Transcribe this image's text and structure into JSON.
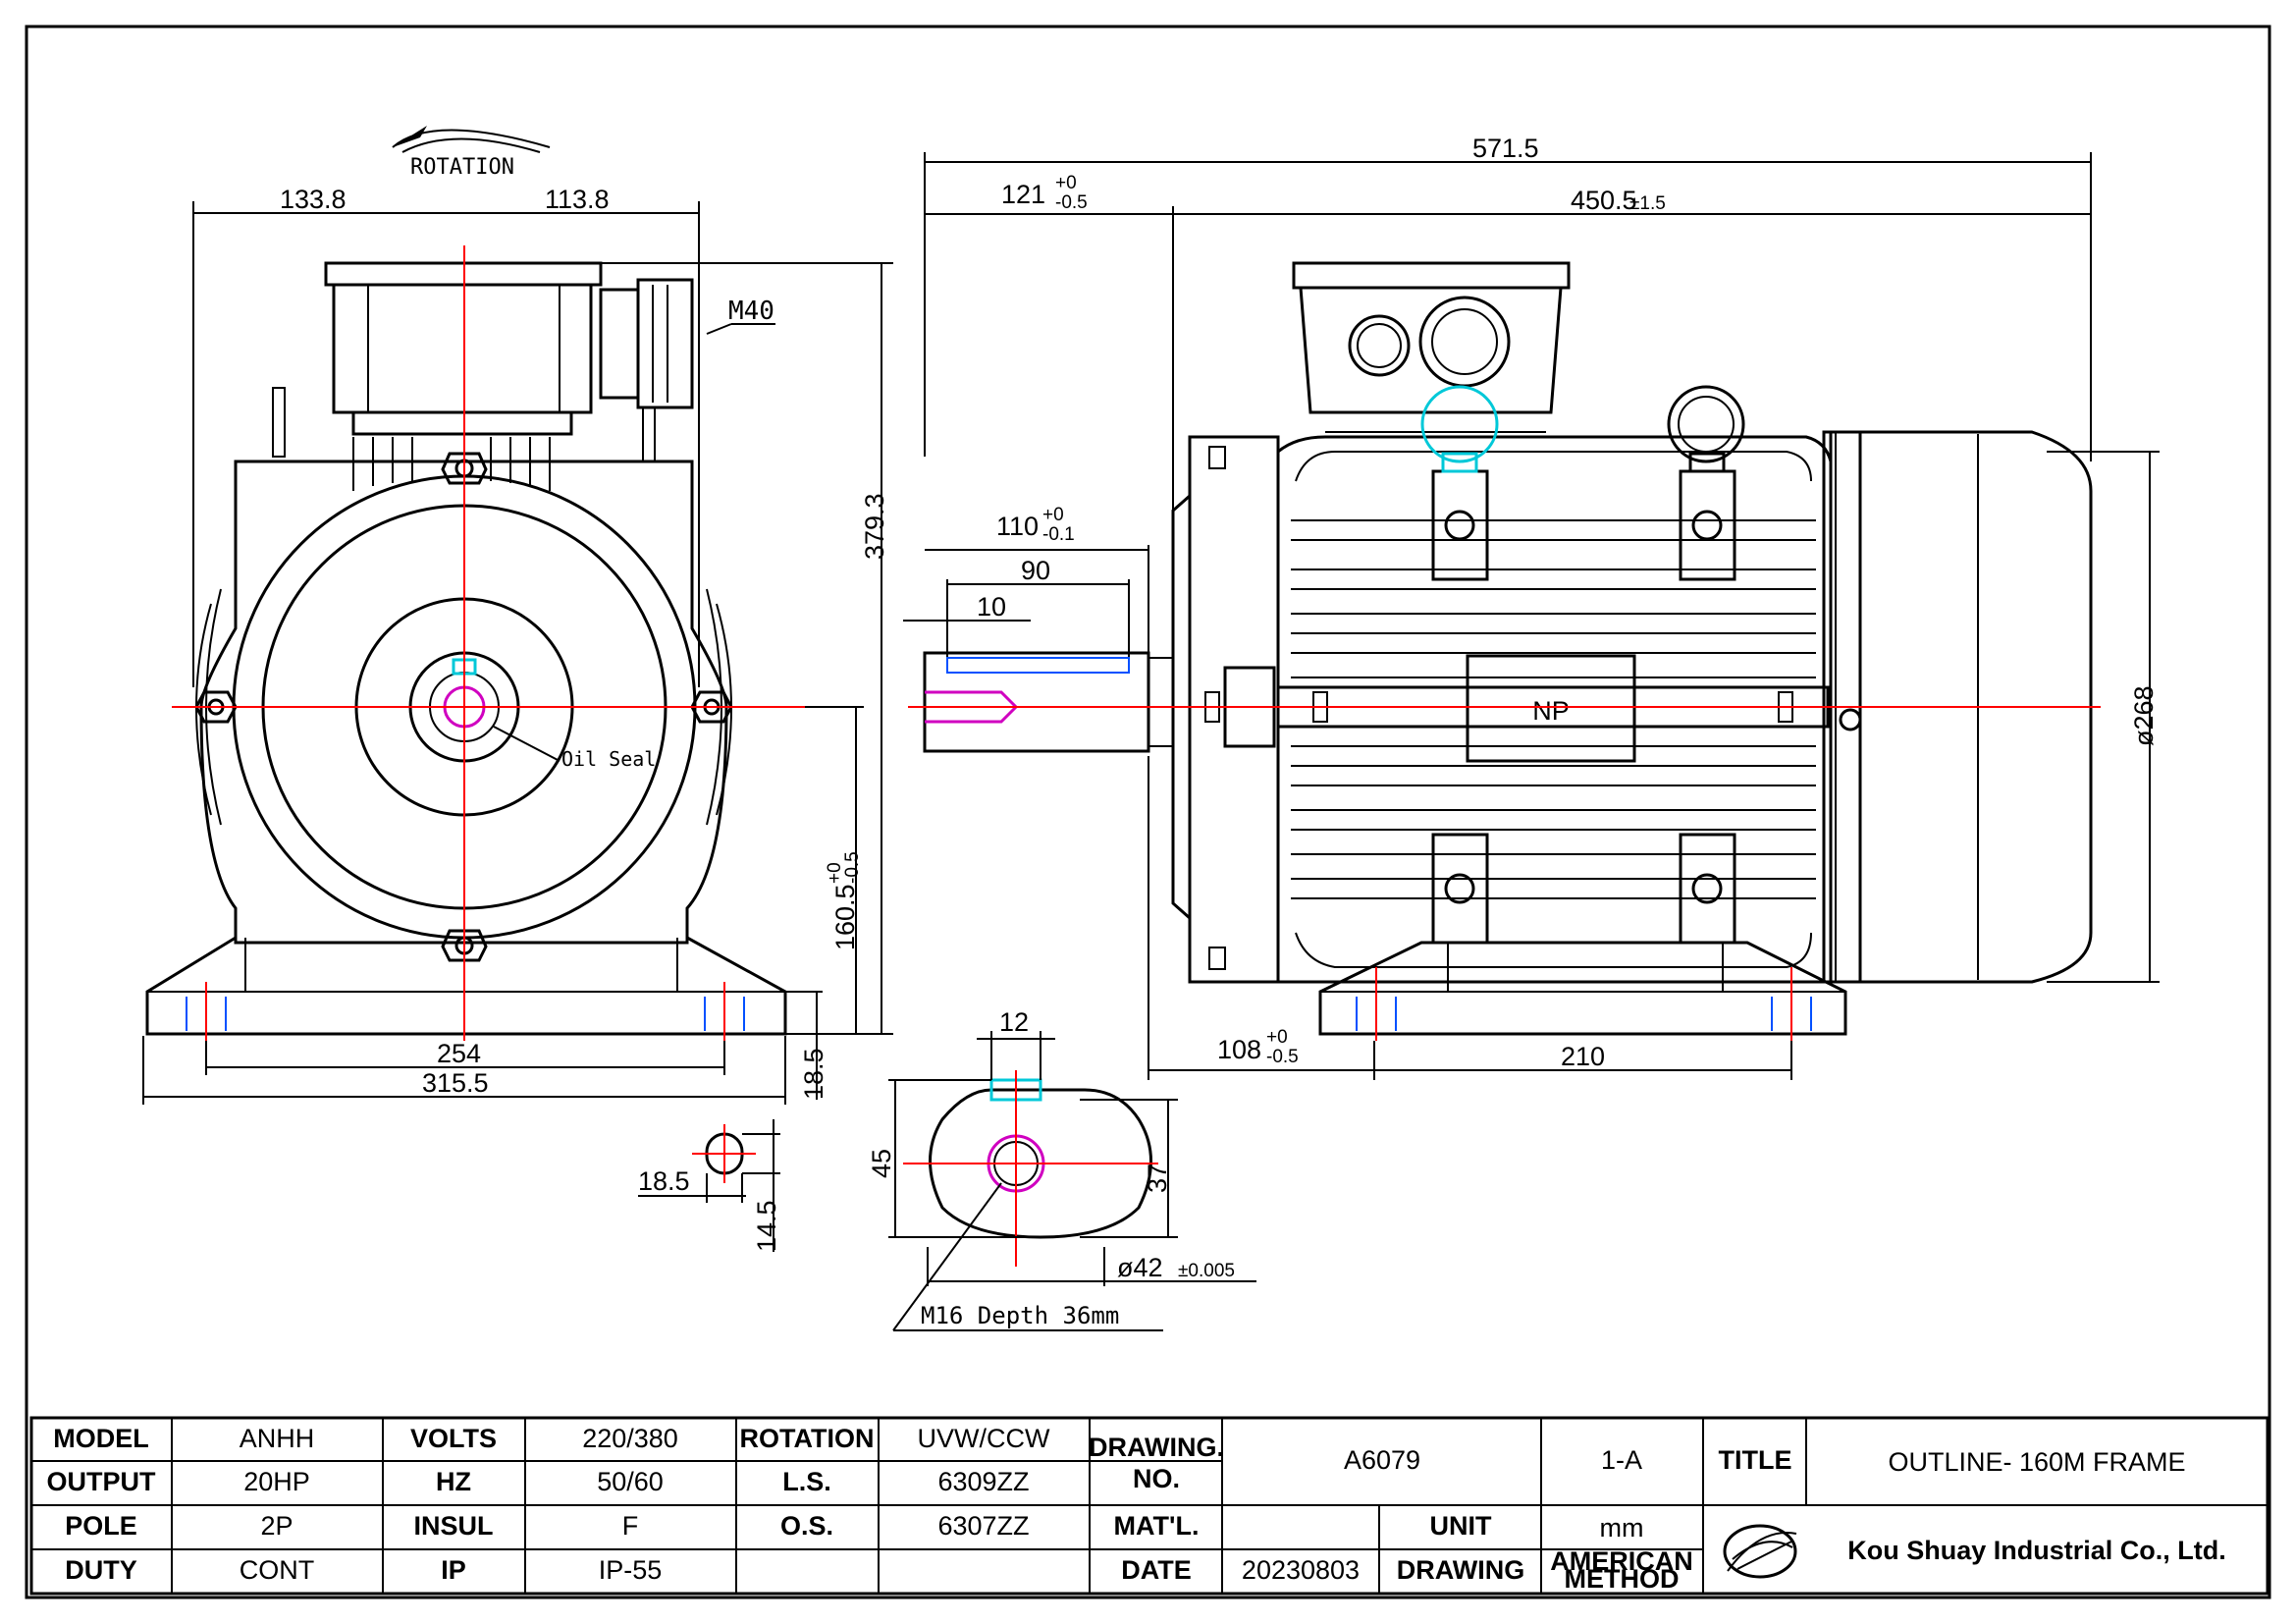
{
  "header": {
    "rotation": "ROTATION"
  },
  "dims": {
    "w_left": "133.8",
    "w_right": "113.8",
    "cable": "M40",
    "height_total": "379.3",
    "shaft_h": "160.5",
    "shaft_h_tol_up": "+0",
    "shaft_h_tol_dn": "-0.5",
    "base_254": "254",
    "base_315": "315.5",
    "foot_h": "18.5",
    "oil_seal": "Oil Seal",
    "slot_w": "18.5",
    "slot_h": "14.5",
    "len_total": "571.5",
    "len_121": "121",
    "len_121_up": "+0",
    "len_121_dn": "-0.5",
    "len_450": "450.5",
    "len_450_tol": "±1.5",
    "shaft_110": "110",
    "shaft_110_up": "+0",
    "shaft_110_dn": "-0.1",
    "key_90": "90",
    "key_10": "10",
    "dia_268": "ø268",
    "len_108": "108",
    "len_108_up": "+0",
    "len_108_dn": "-0.5",
    "len_210": "210",
    "np": "NP",
    "key_12": "12",
    "shaft_45": "45",
    "shaft_37": "37",
    "shaft_dia": "ø42",
    "shaft_dia_tol": "±0.005",
    "thread": "M16 Depth 36mm"
  },
  "titleblock": {
    "r1": [
      "MODEL",
      "ANHH",
      "VOLTS",
      "220/380",
      "ROTATION",
      "UVW/CCW"
    ],
    "r2": [
      "OUTPUT",
      "20HP",
      "HZ",
      "50/60",
      "L.S.",
      "6309ZZ"
    ],
    "r3": [
      "POLE",
      "2P",
      "INSUL",
      "F",
      "O.S.",
      "6307ZZ"
    ],
    "r4": [
      "DUTY",
      "CONT",
      "IP",
      "IP-55",
      "",
      ""
    ],
    "drawing_no_label_1": "DRAWING.",
    "drawing_no_label_2": "NO.",
    "drawing_no": "A6079",
    "revision": "1-A",
    "title_label": "TITLE",
    "title": "OUTLINE- 160M FRAME",
    "matl_label": "MAT'L.",
    "matl": "",
    "unit_label": "UNIT",
    "unit": "mm",
    "date_label": "DATE",
    "date": "20230803",
    "drawing_label": "DRAWING",
    "method_1": "AMERICAN",
    "method_2": "METHOD",
    "company": "Kou Shuay Industrial Co., Ltd."
  },
  "colors": {
    "center": "#ff0000",
    "cyan": "#00c8d8",
    "blue": "#0050ff",
    "magenta": "#d000c0"
  }
}
